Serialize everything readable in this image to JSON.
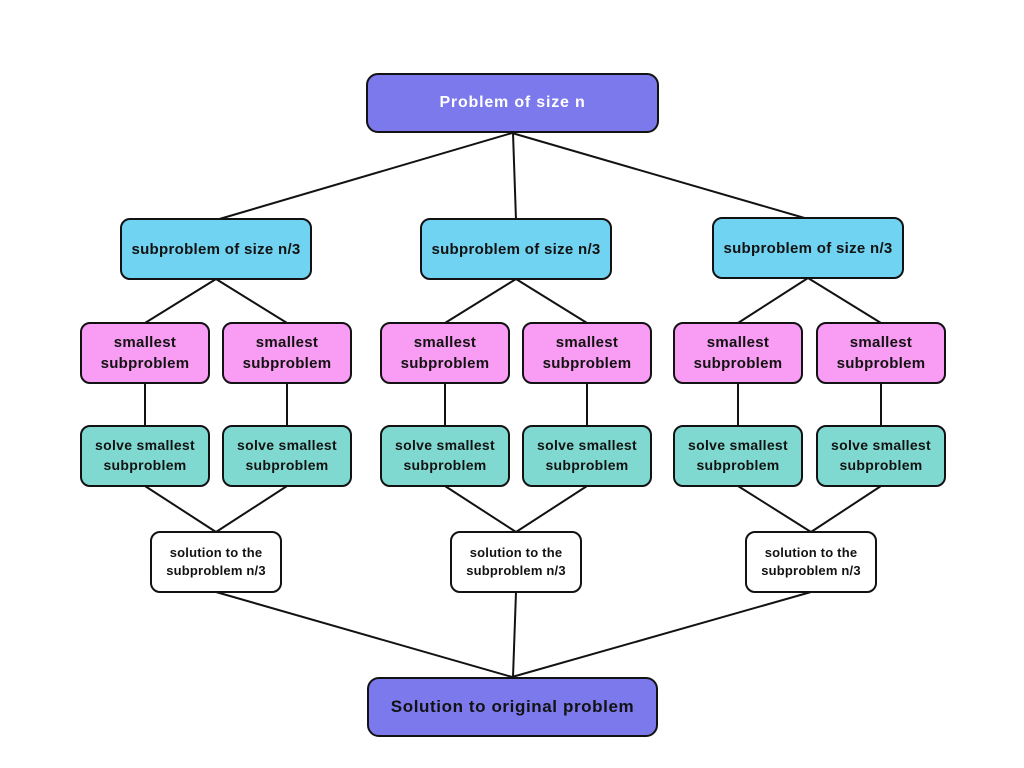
{
  "diagram": {
    "description": "Divide and conquer flowchart",
    "nodes": [
      {
        "id": "problem-root",
        "label": "Problem of size n",
        "role": "root"
      },
      {
        "id": "subproblem-left",
        "label": "subproblem of size n/3",
        "role": "subproblem"
      },
      {
        "id": "subproblem-mid",
        "label": "subproblem of size n/3",
        "role": "subproblem"
      },
      {
        "id": "subproblem-right",
        "label": "subproblem of size n/3",
        "role": "subproblem"
      },
      {
        "id": "smallest-1",
        "label": "smallest subproblem",
        "role": "smallest"
      },
      {
        "id": "smallest-2",
        "label": "smallest subproblem",
        "role": "smallest"
      },
      {
        "id": "smallest-3",
        "label": "smallest subproblem",
        "role": "smallest"
      },
      {
        "id": "smallest-4",
        "label": "smallest subproblem",
        "role": "smallest"
      },
      {
        "id": "smallest-5",
        "label": "smallest subproblem",
        "role": "smallest"
      },
      {
        "id": "smallest-6",
        "label": "smallest subproblem",
        "role": "smallest"
      },
      {
        "id": "solve-1",
        "label": "solve smallest subproblem",
        "role": "solve"
      },
      {
        "id": "solve-2",
        "label": "solve smallest subproblem",
        "role": "solve"
      },
      {
        "id": "solve-3",
        "label": "solve smallest subproblem",
        "role": "solve"
      },
      {
        "id": "solve-4",
        "label": "solve smallest subproblem",
        "role": "solve"
      },
      {
        "id": "solve-5",
        "label": "solve smallest subproblem",
        "role": "solve"
      },
      {
        "id": "solve-6",
        "label": "solve smallest subproblem",
        "role": "solve"
      },
      {
        "id": "solution-left",
        "label": "solution to the subproblem n/3",
        "role": "solution"
      },
      {
        "id": "solution-mid",
        "label": "solution to the subproblem n/3",
        "role": "solution"
      },
      {
        "id": "solution-right",
        "label": "solution to the subproblem n/3",
        "role": "solution"
      },
      {
        "id": "final-solution",
        "label": "Solution to original problem",
        "role": "final"
      }
    ],
    "edges": [
      [
        "problem-root",
        "subproblem-left"
      ],
      [
        "problem-root",
        "subproblem-mid"
      ],
      [
        "problem-root",
        "subproblem-right"
      ],
      [
        "subproblem-left",
        "smallest-1"
      ],
      [
        "subproblem-left",
        "smallest-2"
      ],
      [
        "subproblem-mid",
        "smallest-3"
      ],
      [
        "subproblem-mid",
        "smallest-4"
      ],
      [
        "subproblem-right",
        "smallest-5"
      ],
      [
        "subproblem-right",
        "smallest-6"
      ],
      [
        "smallest-1",
        "solve-1"
      ],
      [
        "smallest-2",
        "solve-2"
      ],
      [
        "smallest-3",
        "solve-3"
      ],
      [
        "smallest-4",
        "solve-4"
      ],
      [
        "smallest-5",
        "solve-5"
      ],
      [
        "smallest-6",
        "solve-6"
      ],
      [
        "solve-1",
        "solution-left"
      ],
      [
        "solve-2",
        "solution-left"
      ],
      [
        "solve-3",
        "solution-mid"
      ],
      [
        "solve-4",
        "solution-mid"
      ],
      [
        "solve-5",
        "solution-right"
      ],
      [
        "solve-6",
        "solution-right"
      ],
      [
        "solution-left",
        "final-solution"
      ],
      [
        "solution-mid",
        "final-solution"
      ],
      [
        "solution-right",
        "final-solution"
      ]
    ],
    "colors": {
      "root_fill": "#7b79ec",
      "subproblem_fill": "#6fd3f1",
      "smallest_fill": "#f99cf3",
      "solve_fill": "#80d9d0",
      "solution_fill": "#ffffff",
      "final_fill": "#7b79ec",
      "border": "#121212",
      "connector": "#121212",
      "root_text": "#ffffff",
      "default_text": "#121212"
    }
  }
}
